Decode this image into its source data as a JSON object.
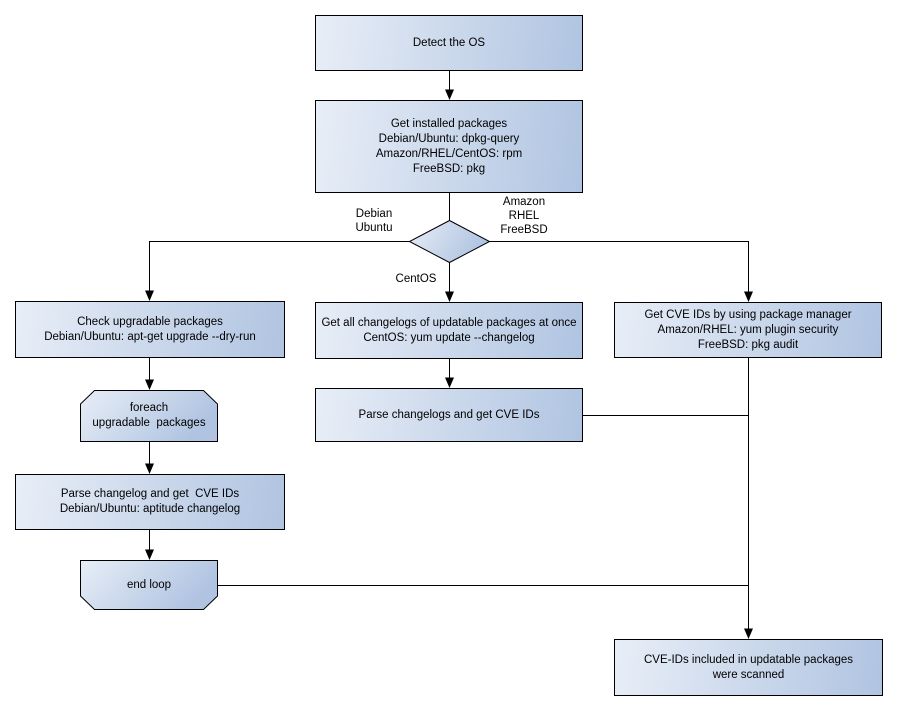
{
  "nodes": {
    "detect_os": "Detect the OS",
    "get_installed": "Get installed packages\nDebian/Ubuntu: dpkg-query\nAmazon/RHEL/CentOS: rpm\nFreeBSD: pkg",
    "check_upgradable": "Check upgradable packages\nDebian/Ubuntu: apt-get upgrade --dry-run",
    "foreach_loop": "foreach\nupgradable  packages",
    "parse_changelog_left": "Parse changelog and get  CVE IDs\nDebian/Ubuntu: aptitude changelog",
    "end_loop": "end loop",
    "get_all_changelogs": "Get all changelogs of updatable packages at once\nCentOS: yum update --changelog",
    "parse_changelogs_mid": "Parse changelogs and get CVE IDs",
    "get_cve_pkg_mgr": "Get CVE IDs by using package manager\nAmazon/RHEL: yum plugin security\nFreeBSD: pkg audit",
    "cve_scanned": "CVE-IDs included in updatable packages\nwere scanned"
  },
  "edge_labels": {
    "left_branch": "Debian\nUbuntu",
    "right_branch": "Amazon\nRHEL\nFreeBSD",
    "down_branch": "CentOS"
  },
  "colors": {
    "node_gradient_light": "#e8eef7",
    "node_gradient_dark": "#b0c4e1",
    "line": "#000000",
    "text": "#000000",
    "background": "#ffffff"
  }
}
